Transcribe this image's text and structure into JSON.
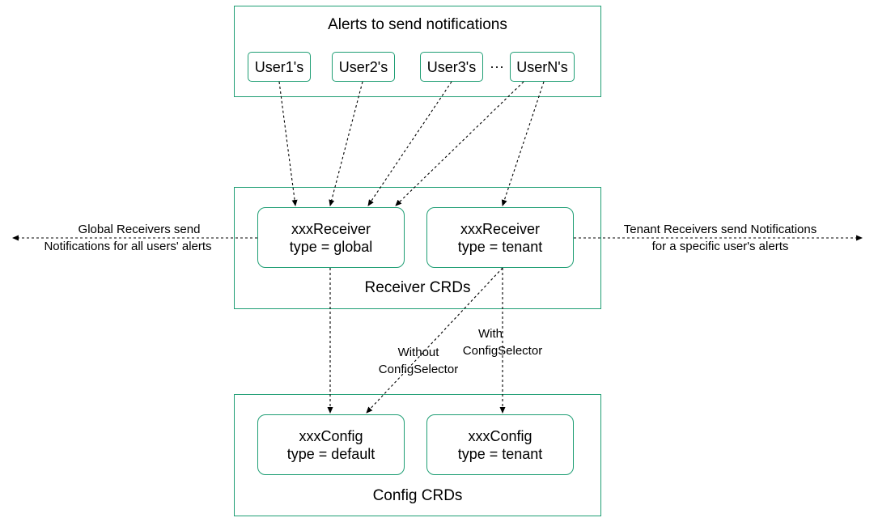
{
  "alerts_group": {
    "title": "Alerts to send notifications",
    "users": [
      "User1's",
      "User2's",
      "User3's",
      "UserN's"
    ],
    "ellipsis": "···"
  },
  "receiver_group": {
    "title": "Receiver CRDs",
    "global": {
      "line1": "xxxReceiver",
      "line2": "type = global"
    },
    "tenant": {
      "line1": "xxxReceiver",
      "line2": "type = tenant"
    }
  },
  "config_group": {
    "title": "Config CRDs",
    "default": {
      "line1": "xxxConfig",
      "line2": "type = default"
    },
    "tenant": {
      "line1": "xxxConfig",
      "line2": "type = tenant"
    }
  },
  "annotations": {
    "global_note": [
      "Global Receivers send",
      "Notifications for all users' alerts"
    ],
    "tenant_note": [
      "Tenant Receivers send Notifications",
      "for a specific user's alerts"
    ],
    "without": [
      "Without",
      "ConfigSelector"
    ],
    "with": [
      "With",
      "ConfigSelector"
    ]
  },
  "colors": {
    "border": "#1f9e74",
    "edge": "#000000"
  }
}
